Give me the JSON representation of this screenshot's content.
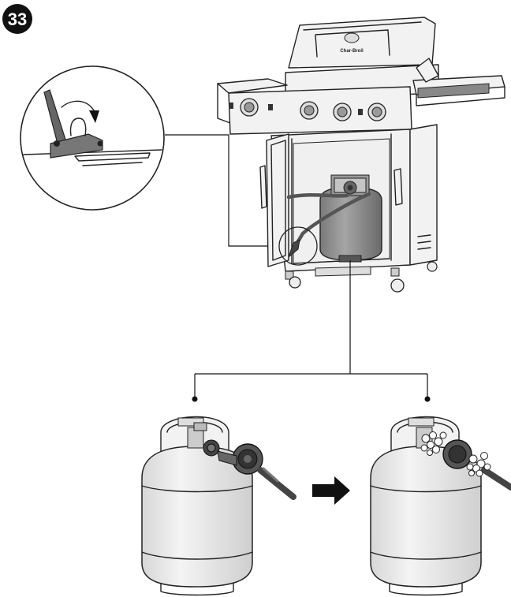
{
  "step": {
    "number": "33"
  },
  "grill": {
    "logo": "Char-Broil"
  },
  "colors": {
    "badge": "#111111",
    "outline": "#222222",
    "tank_fill": "#9a9a9a",
    "tank_dark": "#6f6f6f",
    "hose": "#555555",
    "arrow": "#111111",
    "bubbles": "#ffffff"
  },
  "icons": {
    "step_badge": "step-number-badge",
    "detail_callout": "magnified-circle-callout",
    "result_arrow": "right-arrow-icon",
    "leak_bubbles": "soap-bubbles"
  }
}
